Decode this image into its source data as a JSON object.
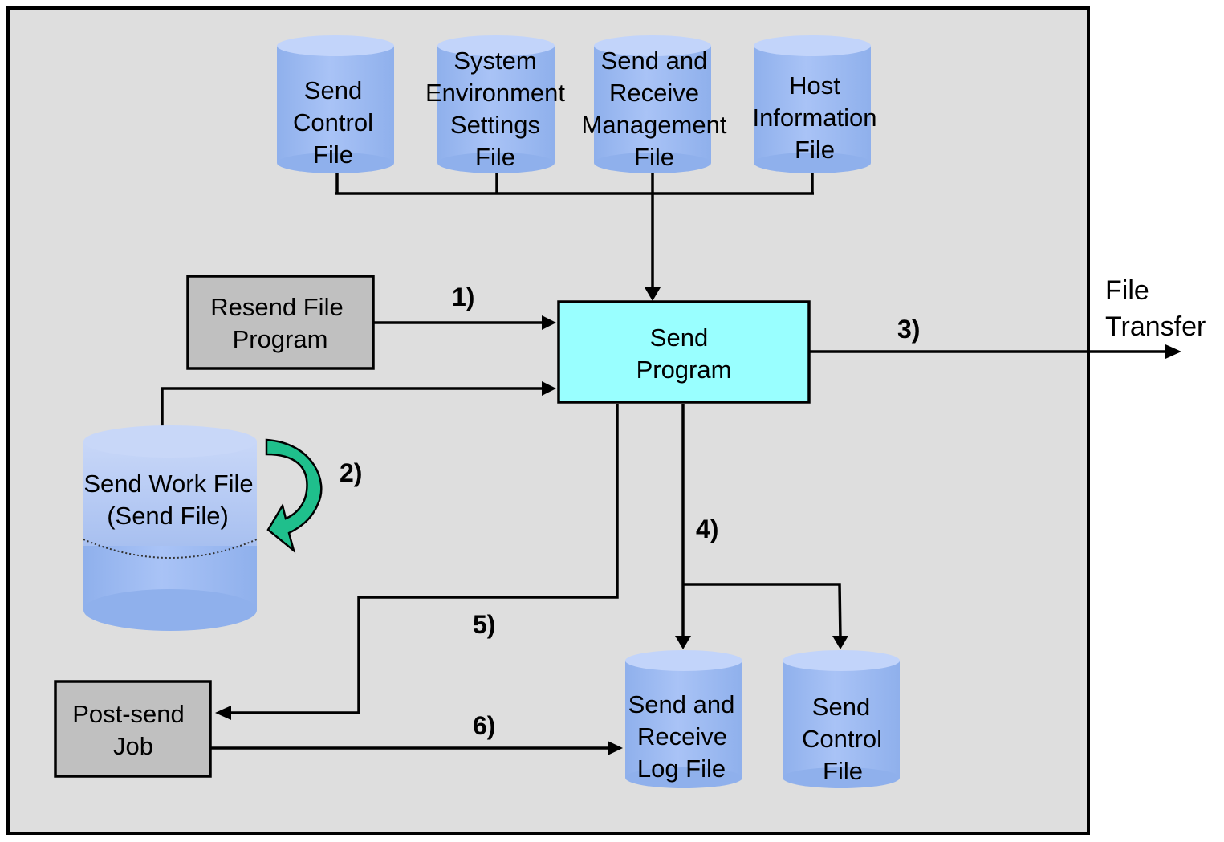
{
  "colors": {
    "background_panel": "#dedede",
    "cylinder_body": "#9db9f0",
    "cylinder_top": "#c2d4fa",
    "program_box": "#99ffff",
    "job_box": "#c0c0c0",
    "rotate_arrow": "#1fbf8c"
  },
  "files": {
    "send_control_top": [
      "Send",
      "Control",
      "File"
    ],
    "system_env": [
      "System",
      "Environment",
      "Settings",
      "File"
    ],
    "send_receive_mgmt": [
      "Send and",
      "Receive",
      "Management",
      "File"
    ],
    "host_info": [
      "Host",
      "Information",
      "File"
    ],
    "send_work": [
      "Send Work File",
      "(Send File)"
    ],
    "send_receive_log": [
      "Send and",
      "Receive",
      "Log File"
    ],
    "send_control_bottom": [
      "Send",
      "Control",
      "File"
    ]
  },
  "programs": {
    "resend": [
      "Resend File",
      "Program"
    ],
    "send": [
      "Send",
      "Program"
    ],
    "post_send": [
      "Post-send",
      "Job"
    ]
  },
  "steps": {
    "s1": "1)",
    "s2": "2)",
    "s3": "3)",
    "s4": "4)",
    "s5": "5)",
    "s6": "6)"
  },
  "external": {
    "transfer": [
      "File",
      "Transfer"
    ]
  },
  "icons": {
    "rotate_arrow": "curved-rotate-arrow-icon",
    "database": "cylinder-database-icon"
  }
}
